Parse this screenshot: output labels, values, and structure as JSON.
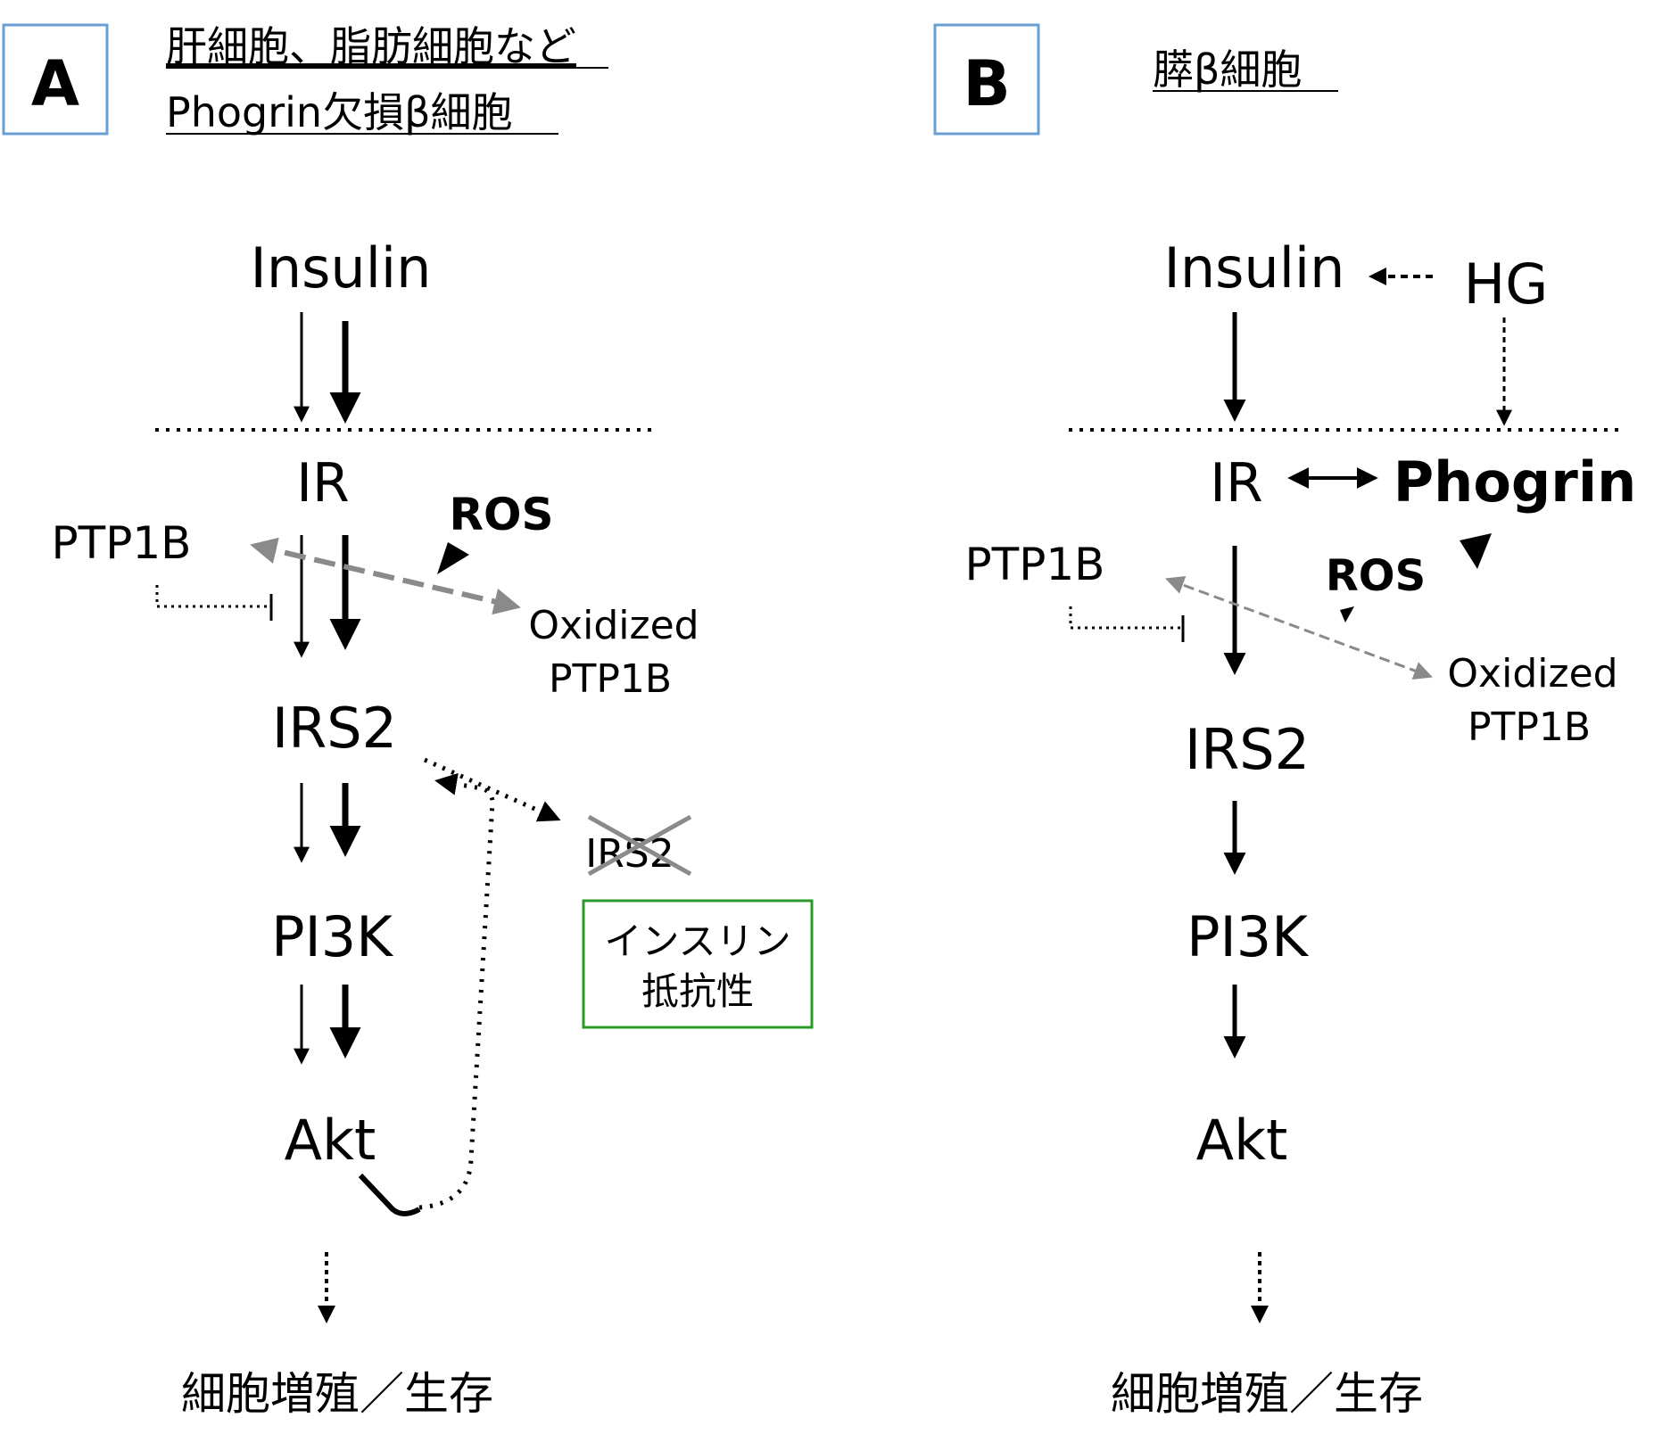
{
  "panel_a": {
    "letter": "A",
    "header_line1": "肝細胞、脂肪細胞など",
    "header_line2": "Phogrin欠損β細胞",
    "insulin": "Insulin",
    "ir": "IR",
    "ptp1b": "PTP1B",
    "ros": "ROS",
    "oxidized_line1": "Oxidized",
    "oxidized_line2": "PTP1B",
    "irs2": "IRS2",
    "degraded_irs2": "IRS2",
    "pi3k": "PI3K",
    "akt": "Akt",
    "resistance_line1": "インスリン",
    "resistance_line2": "抵抗性",
    "outcome": "細胞増殖／生存"
  },
  "panel_b": {
    "letter": "B",
    "header": "膵β細胞",
    "insulin": "Insulin",
    "hg": "HG",
    "ir": "IR",
    "phogrin": "Phogrin",
    "ptp1b": "PTP1B",
    "ros": "ROS",
    "oxidized_line1": "Oxidized",
    "oxidized_line2": "PTP1B",
    "irs2": "IRS2",
    "pi3k": "PI3K",
    "akt": "Akt",
    "outcome": "細胞増殖／生存"
  },
  "colors": {
    "letter_box_border": "#6a9fd4",
    "resistance_box_border": "#2b9a2b",
    "grey_arrow": "#8a8a8a",
    "cross": "#8a8a8a",
    "ink": "#000000"
  }
}
